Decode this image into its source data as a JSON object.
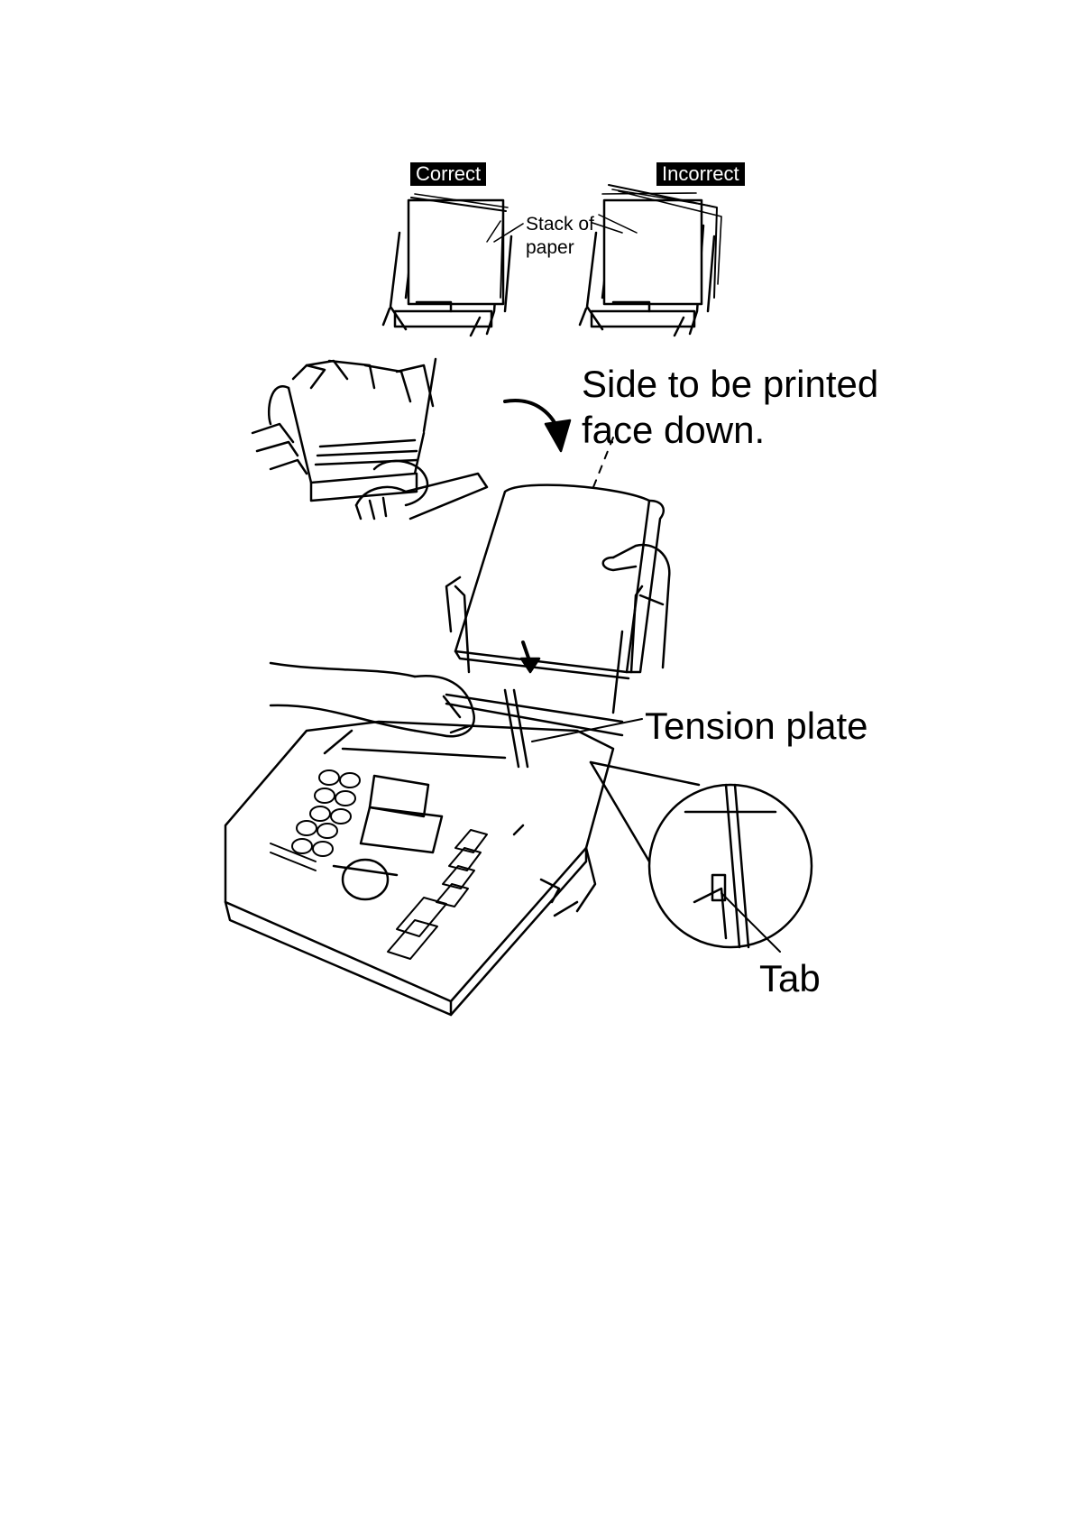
{
  "labels": {
    "correct": "Correct",
    "incorrect": "Incorrect",
    "stack_line1": "Stack of",
    "stack_line2": "paper",
    "side_line1": "Side to be printed",
    "side_line2": "face down.",
    "tension_plate": "Tension plate",
    "tab": "Tab"
  }
}
